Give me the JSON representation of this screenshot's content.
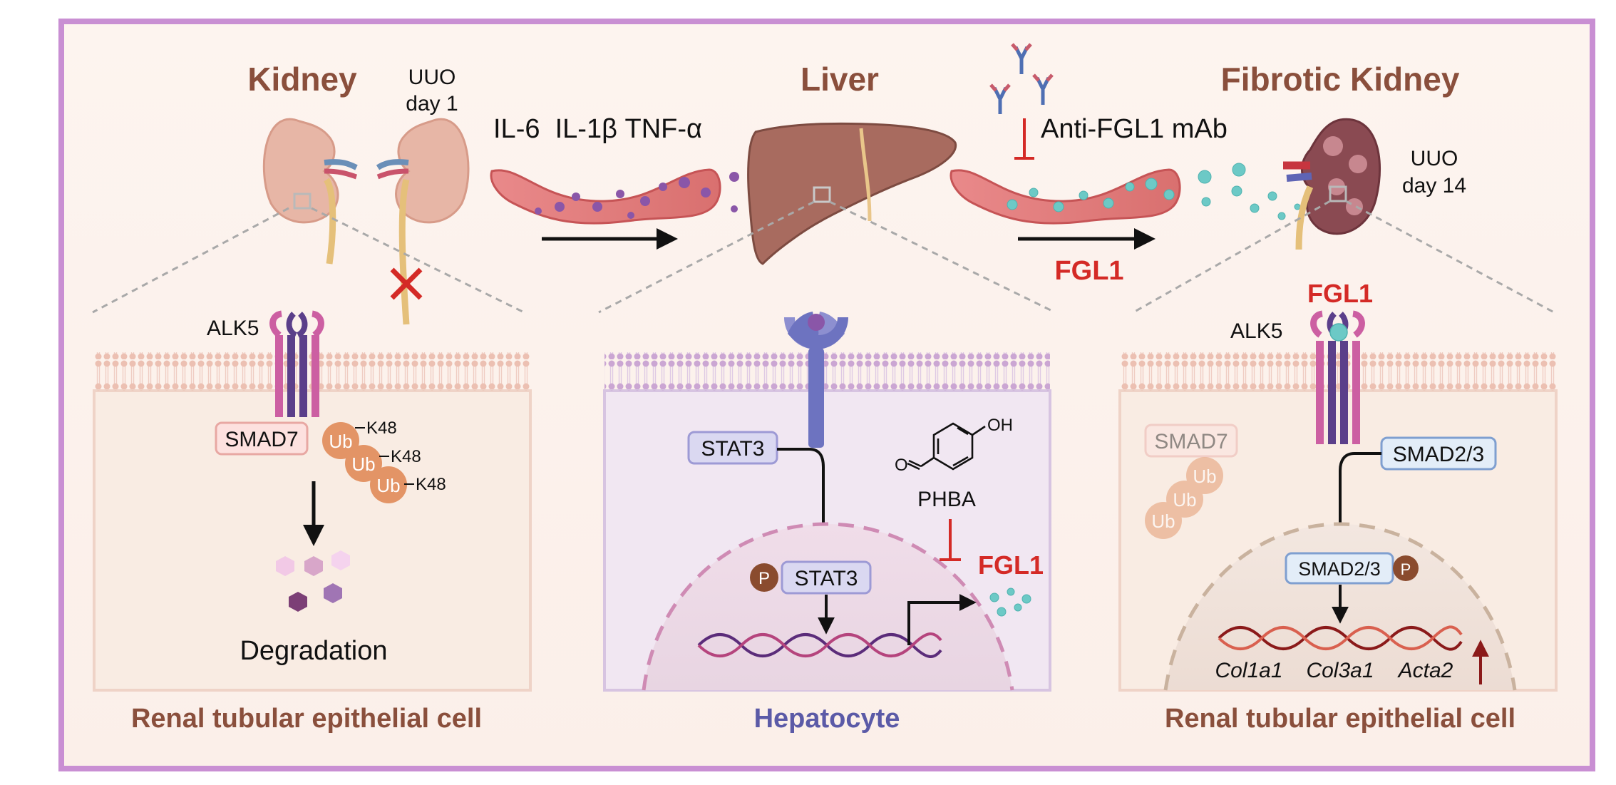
{
  "panels": {
    "kidney": {
      "title": "Kidney",
      "uuo_line1": "UUO",
      "uuo_line2": "day 1",
      "cytokines": "IL-6  IL-1β TNF-α",
      "receptor": "ALK5",
      "smad7": "SMAD7",
      "ub": "Ub",
      "k48": "K48",
      "outcome": "Degradation",
      "cell_title": "Renal tubular epithelial cell"
    },
    "liver": {
      "title": "Liver",
      "stat3": "STAT3",
      "stat3_nuclear": "STAT3",
      "phospho": "P",
      "compound": "PHBA",
      "hydroxyl": "OH",
      "oxygen": "O",
      "output": "FGL1",
      "cell_title": "Hepatocyte"
    },
    "fibrotic": {
      "title": "Fibrotic Kidney",
      "uuo_line1": "UUO",
      "uuo_line2": "day 14",
      "antibody": "Anti-FGL1 mAb",
      "circulating": "FGL1",
      "ligand": "FGL1",
      "receptor": "ALK5",
      "smad7": "SMAD7",
      "ub": "Ub",
      "smad23": "SMAD2/3",
      "smad23_nuclear": "SMAD2/3",
      "phospho": "P",
      "genes": [
        "Col1a1",
        "Col3a1",
        "Acta2"
      ],
      "cell_title": "Renal tubular epithelial cell"
    }
  },
  "colors": {
    "frame": "#c98fd3",
    "title_brown": "#8a4f3c",
    "fgl1_red": "#d42a26",
    "hepatocyte_blue": "#5b5aa7",
    "vessel": "#d56a6c",
    "fgl1_particle": "#6cc9c6"
  }
}
